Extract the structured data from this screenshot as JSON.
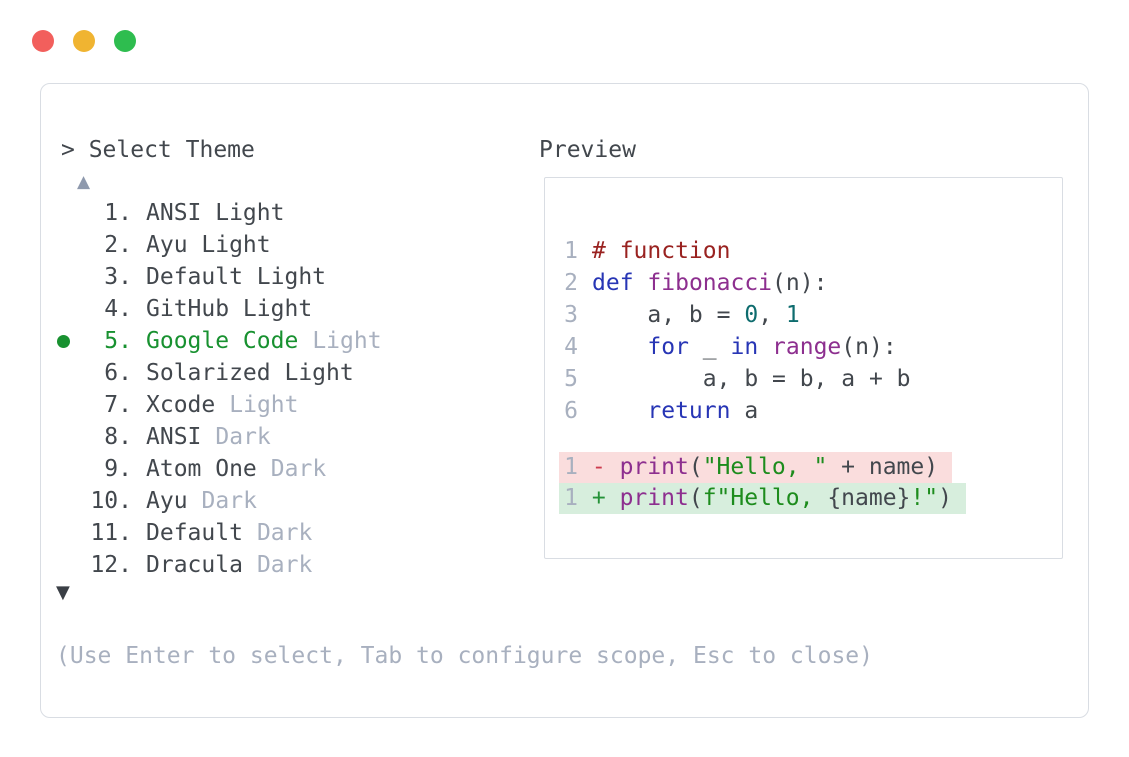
{
  "window": {
    "traffic_lights": [
      {
        "name": "close",
        "color": "#f25f5c"
      },
      {
        "name": "minimize",
        "color": "#f0b431"
      },
      {
        "name": "zoom",
        "color": "#2ebd4f"
      }
    ]
  },
  "theme_selector": {
    "prompt": "> Select Theme",
    "scroll_up_indicator": "▲",
    "scroll_down_indicator": "▼",
    "selected_marker": "●",
    "items": [
      {
        "num": "1.",
        "name": "ANSI Light",
        "suffix": "",
        "selected": false
      },
      {
        "num": "2.",
        "name": "Ayu Light",
        "suffix": "",
        "selected": false
      },
      {
        "num": "3.",
        "name": "Default Light",
        "suffix": "",
        "selected": false
      },
      {
        "num": "4.",
        "name": "GitHub Light",
        "suffix": "",
        "selected": false
      },
      {
        "num": "5.",
        "name": "Google Code",
        "suffix": "Light",
        "selected": true
      },
      {
        "num": "6.",
        "name": "Solarized Light",
        "suffix": "",
        "selected": false
      },
      {
        "num": "7.",
        "name": "Xcode",
        "suffix": "Light",
        "selected": false
      },
      {
        "num": "8.",
        "name": "ANSI",
        "suffix": "Dark",
        "selected": false
      },
      {
        "num": "9.",
        "name": "Atom One",
        "suffix": "Dark",
        "selected": false
      },
      {
        "num": "10.",
        "name": "Ayu",
        "suffix": "Dark",
        "selected": false
      },
      {
        "num": "11.",
        "name": "Default",
        "suffix": "Dark",
        "selected": false
      },
      {
        "num": "12.",
        "name": "Dracula",
        "suffix": "Dark",
        "selected": false
      }
    ]
  },
  "preview": {
    "title": "Preview",
    "code_lines": [
      {
        "num": "1",
        "tokens": [
          {
            "c": "com",
            "t": "# function"
          }
        ]
      },
      {
        "num": "2",
        "tokens": [
          {
            "c": "kwd",
            "t": "def"
          },
          {
            "c": "pln",
            "t": " "
          },
          {
            "c": "typ",
            "t": "fibonacci"
          },
          {
            "c": "pln",
            "t": "(n):"
          }
        ]
      },
      {
        "num": "3",
        "tokens": [
          {
            "c": "pln",
            "t": "    a, b = "
          },
          {
            "c": "lit",
            "t": "0"
          },
          {
            "c": "pln",
            "t": ", "
          },
          {
            "c": "lit",
            "t": "1"
          }
        ]
      },
      {
        "num": "4",
        "tokens": [
          {
            "c": "pln",
            "t": "    "
          },
          {
            "c": "kwd",
            "t": "for"
          },
          {
            "c": "pln",
            "t": " _ "
          },
          {
            "c": "kwd",
            "t": "in"
          },
          {
            "c": "pln",
            "t": " "
          },
          {
            "c": "typ",
            "t": "range"
          },
          {
            "c": "pln",
            "t": "(n):"
          }
        ]
      },
      {
        "num": "5",
        "tokens": [
          {
            "c": "pln",
            "t": "        a, b = b, a + b"
          }
        ]
      },
      {
        "num": "6",
        "tokens": [
          {
            "c": "pln",
            "t": "    "
          },
          {
            "c": "kwd",
            "t": "return"
          },
          {
            "c": "pln",
            "t": " a"
          }
        ]
      }
    ],
    "diff_lines": [
      {
        "kind": "removed",
        "num": "1",
        "tokens": [
          {
            "c": "pln",
            "t": " "
          },
          {
            "c": "minus",
            "t": "-"
          },
          {
            "c": "pln",
            "t": " "
          },
          {
            "c": "typ",
            "t": "print"
          },
          {
            "c": "pln",
            "t": "("
          },
          {
            "c": "str",
            "t": "\"Hello, \""
          },
          {
            "c": "pln",
            "t": " + name)"
          }
        ]
      },
      {
        "kind": "added",
        "num": "1",
        "tokens": [
          {
            "c": "pln",
            "t": " "
          },
          {
            "c": "plus",
            "t": "+"
          },
          {
            "c": "pln",
            "t": " "
          },
          {
            "c": "typ",
            "t": "print"
          },
          {
            "c": "pln",
            "t": "("
          },
          {
            "c": "str",
            "t": "f\"Hello, "
          },
          {
            "c": "pln",
            "t": "{name}"
          },
          {
            "c": "str",
            "t": "!\""
          },
          {
            "c": "pln",
            "t": ")"
          }
        ]
      }
    ]
  },
  "footer": {
    "help": "(Use Enter to select, Tab to configure scope, Esc to close)"
  },
  "colors": {
    "text": "#42474d",
    "muted": "#a8b0bf",
    "green": "#189130",
    "border": "#d9dde3",
    "arrow_up": "#8e99ad",
    "arrow_down": "#3a3f45",
    "com": "#992220",
    "kwd": "#2735b5",
    "typ": "#8d2f8f",
    "lit": "#0e6c6e",
    "str": "#1d8c1d",
    "minus": "#cc3b4e",
    "plus": "#259238",
    "removed_bg": "#fadddd",
    "added_bg": "#d7eedd",
    "tl_red": "#f25f5c",
    "tl_yellow": "#f0b431",
    "tl_green": "#2ebd4f"
  }
}
